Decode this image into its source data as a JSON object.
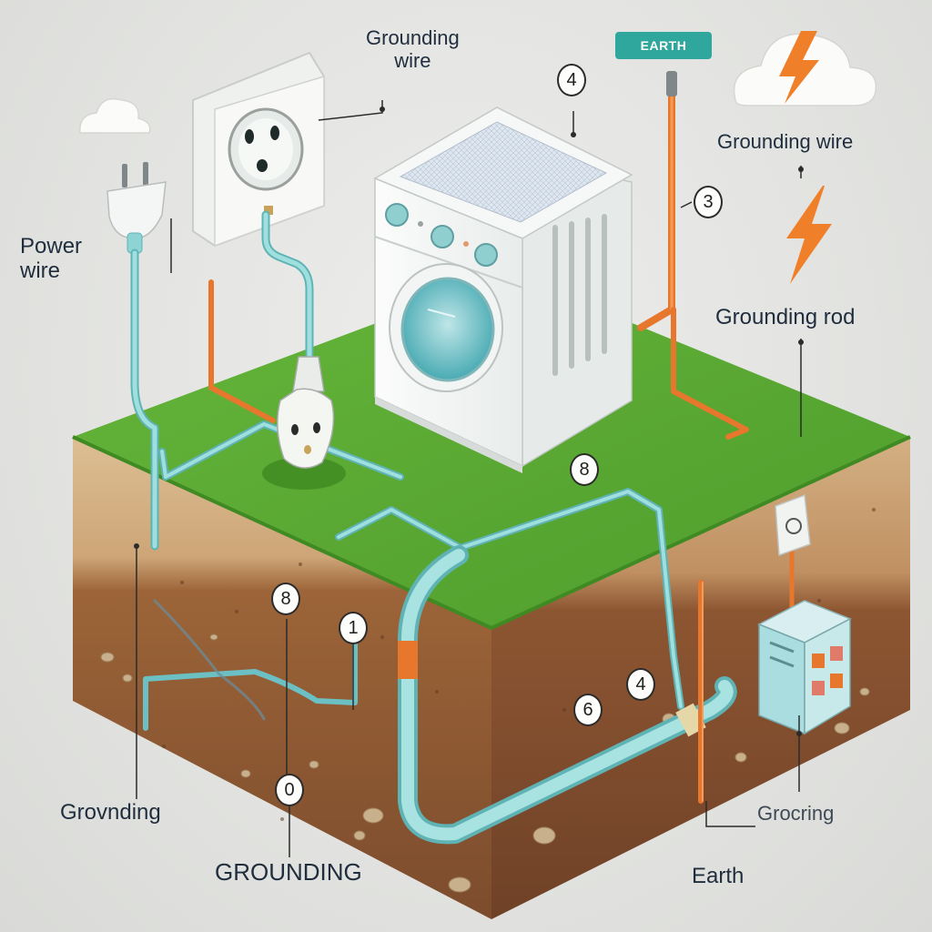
{
  "labels": {
    "grounding_wire_top": "Grounding\nwire",
    "earth_tag": "EARTH",
    "grounding_wire_right": "Grounding wire",
    "power_wire": "Power\nwire",
    "grounding_rod": "Grounding rod",
    "grovnding": "Grovnding",
    "grounding_bottom": "GROUNDING",
    "earth_bottom": "Earth",
    "grocnring": "Grocring"
  },
  "badges": {
    "b4": "4",
    "b3": "3",
    "b_mid": "8",
    "b8": "8",
    "b1": "1",
    "b4b": "4",
    "b6": "6",
    "b0": "0"
  },
  "colors": {
    "grass": "#5aa834",
    "soil_top": "#d9b98d",
    "soil_bottom": "#8a5633",
    "wire_cyan": "#8fd4d4",
    "wire_orange": "#e8772e",
    "bolt": "#f07f2a",
    "accent_tag": "#2fa79c"
  },
  "icons": [
    "cloud-icon",
    "lightning-icon",
    "plug-icon",
    "outlet-icon",
    "washing-machine-icon",
    "junction-box-icon"
  ]
}
